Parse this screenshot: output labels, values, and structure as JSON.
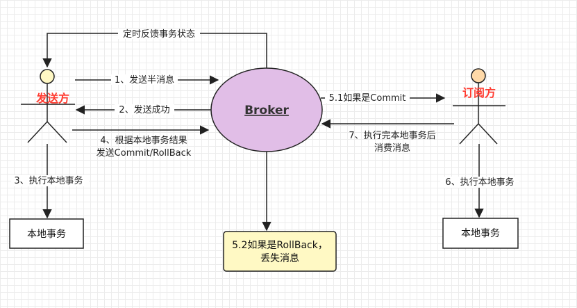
{
  "nodes": {
    "sender": "发送方",
    "subscriber": "订阅方",
    "broker": "Broker",
    "local_tx_left": "本地事务",
    "local_tx_right": "本地事务",
    "rollback_box": [
      "5.2如果是RollBack，",
      "丢失消息"
    ]
  },
  "edges": {
    "feedback": "定时反馈事务状态",
    "send_half": "1、发送半消息",
    "send_success": "2、发送成功",
    "exec_local_left": "3、执行本地事务",
    "commit_rollback": [
      "4、根据本地事务结果",
      "发送Commit/RollBack"
    ],
    "if_commit": "5.1如果是Commit",
    "exec_local_right": "6、执行本地事务",
    "consume": [
      "7、执行完本地事务后",
      "消费消息"
    ]
  },
  "colors": {
    "broker_fill": "#e1bee7",
    "actor_head_left": "#fff8c4",
    "actor_head_right": "#ffd9a8",
    "rollback_fill": "#fff9c4",
    "actor_label": "#ff3b30"
  }
}
